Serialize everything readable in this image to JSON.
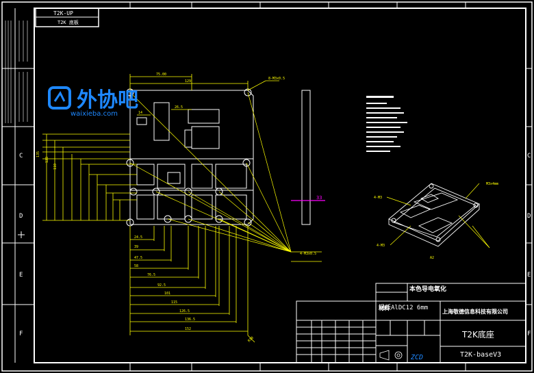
{
  "colors": {
    "background": "#000000",
    "frame": "#ffffff",
    "dimension": "#ffff00",
    "annotation": "#ffff00",
    "section_marker": "#ff00ff",
    "watermark_blue": "#1e88ff"
  },
  "title_block": {
    "drawing_id": "T2K-UP",
    "drawing_id_sub": "T2K 底板",
    "finish": "本色导电氧化",
    "material_label": "材料",
    "material": "铝板AlDC12 6mm",
    "company": "上海敬德信息科技有限公司",
    "part_name": "T2K底座",
    "part_number": "T2K-baseV3"
  },
  "zone_labels": {
    "left": [
      "C",
      "D",
      "E",
      "F"
    ],
    "right": [
      "C",
      "D",
      "E",
      "F"
    ]
  },
  "watermark": {
    "brand": "外协吧",
    "url": "waixieba.com"
  },
  "section_callout": "33",
  "detail_label": "8-M3x0.5",
  "hole_note": "4-M3x0.5",
  "iso_labels": {
    "top_right": "M3x4mm",
    "left": "4-M3",
    "bottom_left": "4-M3",
    "bottom": "A2"
  }
}
